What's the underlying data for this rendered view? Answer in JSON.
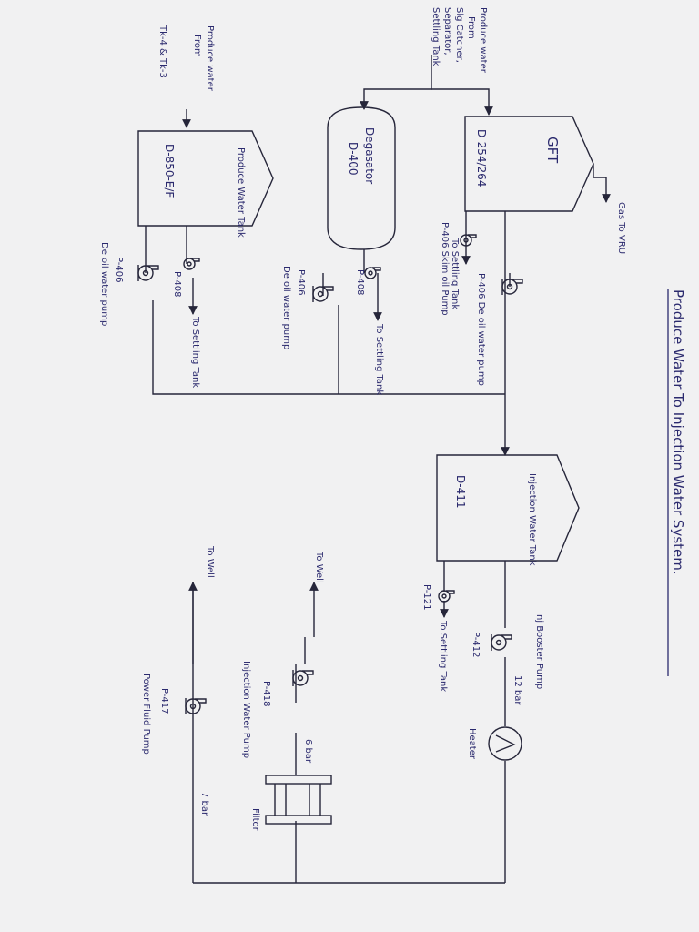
{
  "title": "Produce Water To Injection Water System.",
  "sources": {
    "top": [
      "Produce water",
      "From",
      "Slg Catcher,",
      "Separator,",
      "Settling Tank"
    ],
    "left": [
      "Produce water",
      "From",
      "Tk-4 & Tk-3"
    ]
  },
  "vessels": {
    "gft": {
      "name": "GFT",
      "tag": "D-254/264"
    },
    "degassing": {
      "name": "Degasator",
      "tag": "D-400"
    },
    "pwt": {
      "name": "Produce Water Tank",
      "tag": "D-850-E/F"
    },
    "iwt": {
      "name": "Injection Water Tank",
      "tag": "D-411"
    }
  },
  "lines": {
    "gas_to_vru": "Gas To VRU",
    "p406_gft": "P-406 De oil water pump",
    "p406_skim": "P-406 Skim oil Pump",
    "to_settling_gft": "To Settling Tank",
    "p408_deg": "P-408",
    "to_settling_deg": "To Settling Tank",
    "p406_deg": "P-406",
    "p406_deg_desc": "De oil water pump",
    "p408_pwt": "P-408",
    "to_settling_pwt": "To Settling Tank",
    "p406_pwt": "P-406",
    "p406_pwt_desc": "De oil water pump",
    "p121": "P-121",
    "to_settling_iwt": "To Settling Tank",
    "inj_booster": "Inj Booster Pump",
    "p412": "P-412",
    "bar12": "12 bar",
    "heater": "Heater",
    "bar6": "6 bar",
    "filter": "Filtor",
    "p418": "P-418",
    "p418_desc": "Injection Water Pump",
    "to_well_1": "To Well",
    "bar7": "7 bar",
    "p417": "P-417",
    "p417_desc": "Power Fluid Pump",
    "to_well_2": "To Well"
  }
}
